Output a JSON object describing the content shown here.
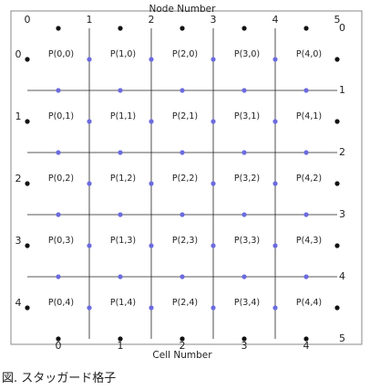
{
  "top_axis_title": "Node Number",
  "bottom_axis_title": "Cell Number",
  "node_numbers": [
    "0",
    "1",
    "2",
    "3",
    "4",
    "5"
  ],
  "cell_numbers": [
    "0",
    "1",
    "2",
    "3",
    "4"
  ],
  "cells": [
    [
      "P(0,0)",
      "P(1,0)",
      "P(2,0)",
      "P(3,0)",
      "P(4,0)"
    ],
    [
      "P(0,1)",
      "P(1,1)",
      "P(2,1)",
      "P(3,1)",
      "P(4,1)"
    ],
    [
      "P(0,2)",
      "P(1,2)",
      "P(2,2)",
      "P(3,2)",
      "P(4,2)"
    ],
    [
      "P(0,3)",
      "P(1,3)",
      "P(2,3)",
      "P(3,3)",
      "P(4,3)"
    ],
    [
      "P(0,4)",
      "P(1,4)",
      "P(2,4)",
      "P(3,4)",
      "P(4,4)"
    ]
  ],
  "caption": "図. スタッガード格子",
  "colors": {
    "node_point": "#111111",
    "face_point": "#6b6be0",
    "grid_line": "#222222",
    "frame": "#888888"
  }
}
